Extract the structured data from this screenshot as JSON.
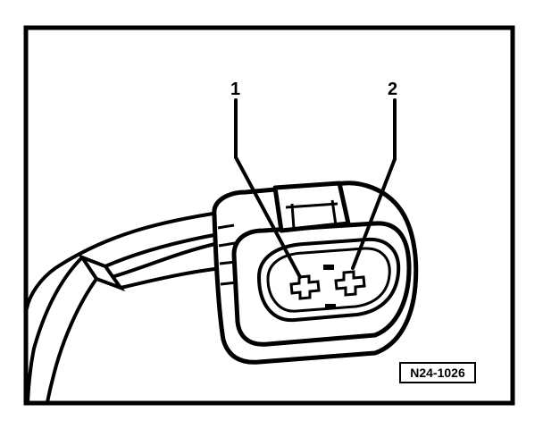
{
  "callouts": {
    "one": "1",
    "two": "2"
  },
  "figure_code": "N24-1026"
}
